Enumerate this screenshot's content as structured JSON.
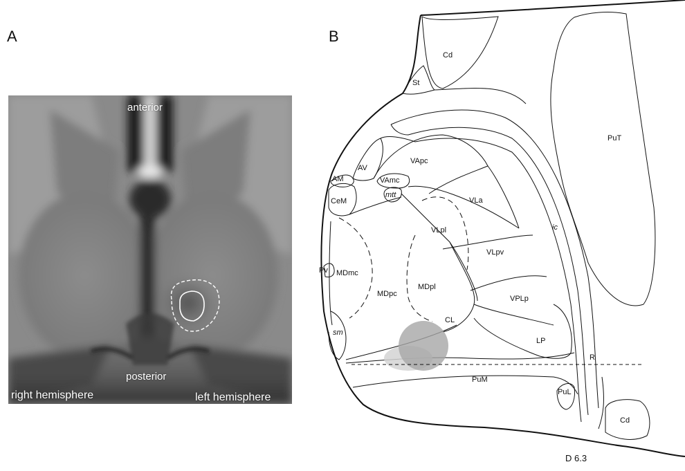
{
  "panel_a": {
    "letter": "A",
    "labels": {
      "anterior": "anterior",
      "posterior": "posterior",
      "right_hemisphere": "right hemisphere",
      "left_hemisphere": "left hemisphere"
    }
  },
  "panel_b": {
    "letter": "B",
    "regions": {
      "cd_top": "Cd",
      "st": "St",
      "put": "PuT",
      "av": "AV",
      "vapc": "VApc",
      "am": "AM",
      "vamc": "VAmc",
      "mtt": "mtt",
      "cem": "CeM",
      "vla": "VLa",
      "ic": "ic",
      "vlpl": "VLpl",
      "vlpv": "VLpv",
      "pv": "Pv",
      "mdmc": "MDmc",
      "mdpc": "MDpc",
      "mdpl": "MDpl",
      "vplp": "VPLp",
      "cl": "CL",
      "sm": "sm",
      "lp": "LP",
      "r": "R",
      "pum": "PuM",
      "pul": "PuL",
      "cd_bottom": "Cd"
    },
    "caption": "D 6.3"
  },
  "colors": {
    "lesion_fill": "#a6a6a6",
    "mri_background": "#8a8a8a",
    "outline": "#111111"
  }
}
